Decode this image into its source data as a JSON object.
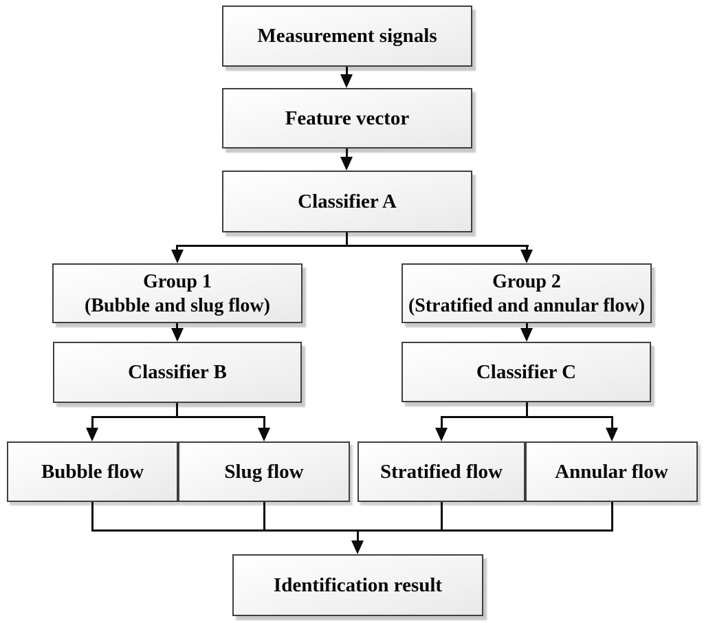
{
  "nodes": {
    "measurement_signals": {
      "label": "Measurement signals"
    },
    "feature_vector": {
      "label": "Feature vector"
    },
    "classifier_a": {
      "label": "Classifier A"
    },
    "group_1": {
      "title": "Group 1",
      "subtitle": "(Bubble and slug flow)"
    },
    "group_2": {
      "title": "Group 2",
      "subtitle": "(Stratified and annular flow)"
    },
    "classifier_b": {
      "label": "Classifier B"
    },
    "classifier_c": {
      "label": "Classifier C"
    },
    "bubble_flow": {
      "label": "Bubble flow"
    },
    "slug_flow": {
      "label": "Slug flow"
    },
    "stratified_flow": {
      "label": "Stratified flow"
    },
    "annular_flow": {
      "label": "Annular flow"
    },
    "identification_result": {
      "label": "Identification result"
    }
  },
  "edges": [
    {
      "from": "measurement_signals",
      "to": "feature_vector"
    },
    {
      "from": "feature_vector",
      "to": "classifier_a"
    },
    {
      "from": "classifier_a",
      "to": "group_1"
    },
    {
      "from": "classifier_a",
      "to": "group_2"
    },
    {
      "from": "group_1",
      "to": "classifier_b"
    },
    {
      "from": "group_2",
      "to": "classifier_c"
    },
    {
      "from": "classifier_b",
      "to": "bubble_flow"
    },
    {
      "from": "classifier_b",
      "to": "slug_flow"
    },
    {
      "from": "classifier_c",
      "to": "stratified_flow"
    },
    {
      "from": "classifier_c",
      "to": "annular_flow"
    },
    {
      "from": "bubble_flow",
      "to": "identification_result"
    },
    {
      "from": "slug_flow",
      "to": "identification_result"
    },
    {
      "from": "stratified_flow",
      "to": "identification_result"
    },
    {
      "from": "annular_flow",
      "to": "identification_result"
    }
  ],
  "colors": {
    "background": "#ffffff",
    "box_border": "#3f3f3f",
    "box_fill_top": "#ffffff",
    "box_fill_bottom": "#e9e9e9",
    "box_shadow": "#c9c9c9",
    "line": "#0b0b0b",
    "text": "#0a0a0a"
  }
}
